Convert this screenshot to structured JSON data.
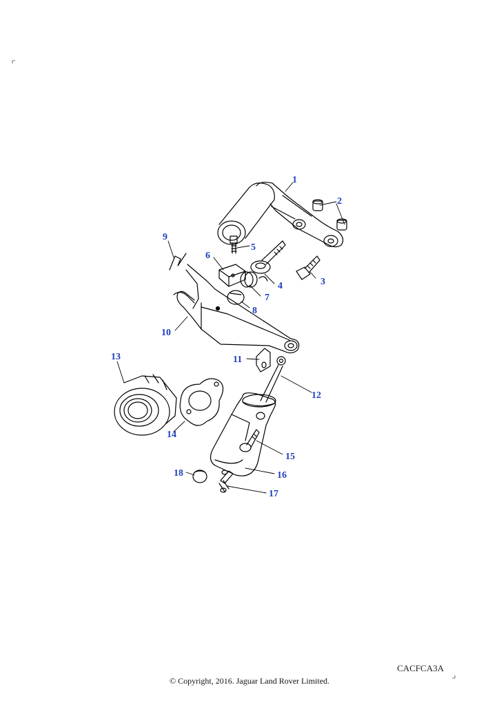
{
  "callouts": {
    "c1": "1",
    "c2": "2",
    "c3": "3",
    "c4": "4",
    "c5": "5",
    "c6": "6",
    "c7": "7",
    "c8": "8",
    "c9": "9",
    "c10": "10",
    "c11": "11",
    "c12": "12",
    "c13": "13",
    "c14": "14",
    "c15": "15",
    "c16": "16",
    "c17": "17",
    "c18": "18"
  },
  "reference_code": "CACFCA3A",
  "copyright": "© Copyright, 2016. Jaguar Land Rover Limited.",
  "colors": {
    "callout": "#1f3fbf",
    "line": "#000000"
  }
}
